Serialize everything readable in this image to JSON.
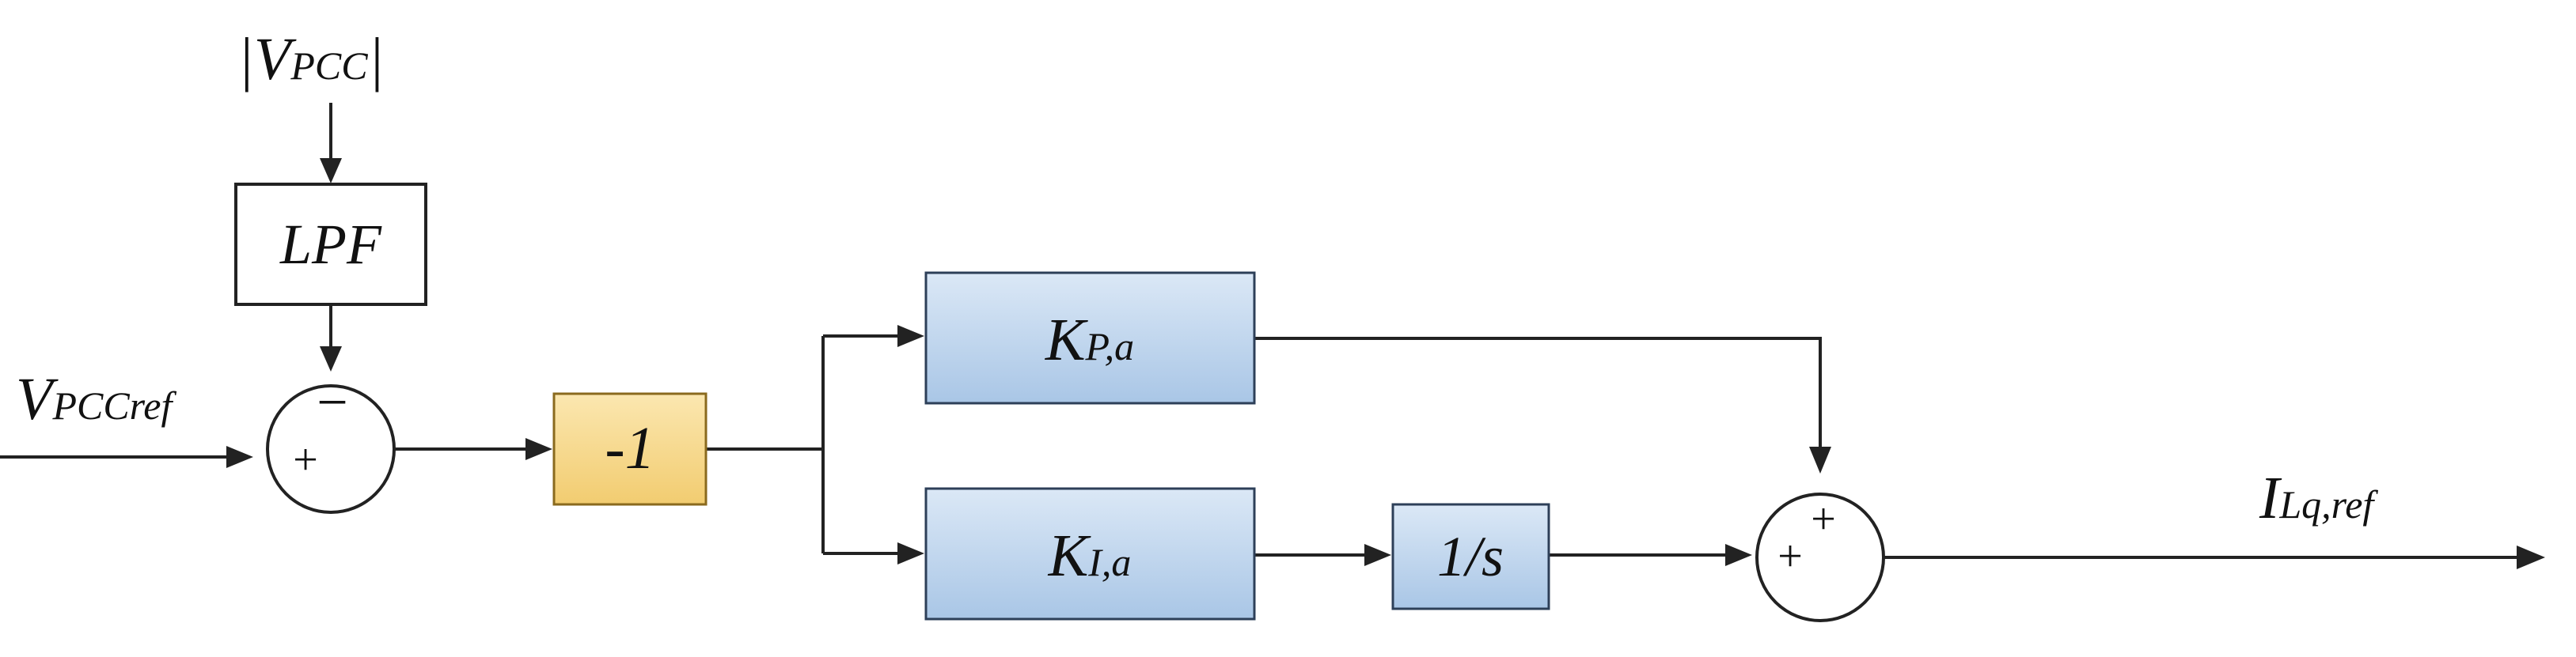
{
  "inputs": {
    "vpcc_abs": {
      "main": "|V",
      "sub": "PCC",
      "tail": "|"
    },
    "vpcc_ref": {
      "main": "V",
      "sub": "PCCref"
    }
  },
  "blocks": {
    "lpf": "LPF",
    "gain_neg": "-1",
    "kp": {
      "main": "K",
      "sub": "P,a"
    },
    "ki": {
      "main": "K",
      "sub": "I,a"
    },
    "integrator": "1/s"
  },
  "sum1": {
    "plus": "+",
    "minus": "−"
  },
  "sum2": {
    "plus_top": "+",
    "plus_left": "+"
  },
  "output": {
    "main": "I",
    "sub": "Lq,ref"
  },
  "colors": {
    "blue_block_top": "#dbe8f6",
    "blue_block_bottom": "#a9c6e6",
    "blue_block_border": "#2d3f58",
    "yellow_block_top": "#fbe7b0",
    "yellow_block_bottom": "#f2cc70",
    "yellow_block_border": "#8a6a1e",
    "line": "#222222"
  }
}
